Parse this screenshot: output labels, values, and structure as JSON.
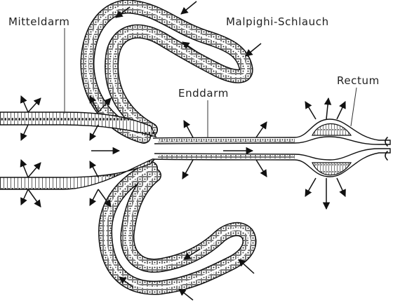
{
  "labels": {
    "midgut": "Mitteldarm",
    "malpighian_tubule": "Malpighi-Schlauch",
    "hindgut": "Enddarm",
    "rectum": "Rectum"
  },
  "colors": {
    "line": "#111111",
    "background": "#ffffff"
  }
}
